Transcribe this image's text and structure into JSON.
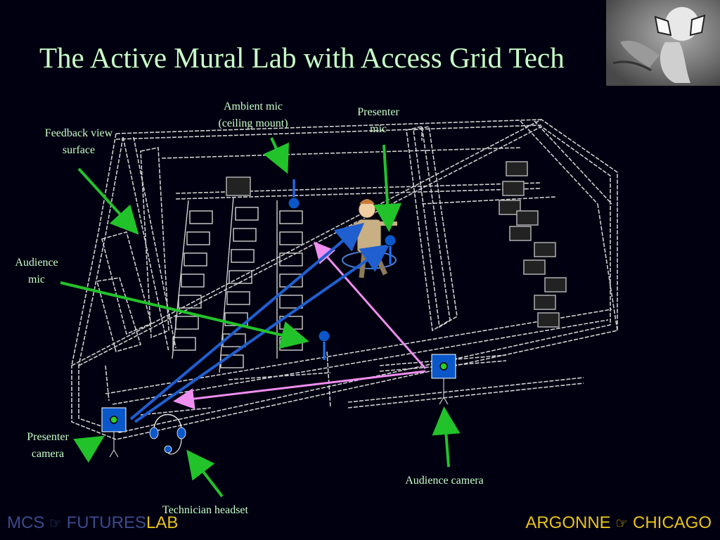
{
  "slide": {
    "title": "The Active Mural Lab with Access Grid Tech"
  },
  "labels": {
    "ambient_mic": [
      "Ambient mic",
      "(ceiling mount)"
    ],
    "presenter_mic": [
      "Presenter",
      "mic"
    ],
    "feedback_view": [
      "Feedback view",
      "surface"
    ],
    "audience_mic": [
      "Audience",
      "mic"
    ],
    "presenter_camera": [
      "Presenter",
      "camera"
    ],
    "audience_camera": "Audience camera",
    "technician_headset": "Technician headset"
  },
  "footer": {
    "left_prefix": "MCS",
    "left_glyph": "☞",
    "left_name": "FUTURES",
    "left_lab": "LAB",
    "right_name1": "ARGONNE",
    "right_glyph": "☞",
    "right_name2": "CHICAGO"
  },
  "colors": {
    "background": "#000010",
    "title_text": "#c8ffc8",
    "pointer_arrow": "#22c32a",
    "signal_blue": "#1f5fd0",
    "signal_pink": "#f08ef0",
    "device_blue": "#0a57c9",
    "footer_gold": "#e8c21a",
    "footer_navy": "#3c4a8c"
  },
  "icons": [
    "mic-icon",
    "camera-icon",
    "headset-icon",
    "presenter-figure-icon",
    "logo-image"
  ]
}
